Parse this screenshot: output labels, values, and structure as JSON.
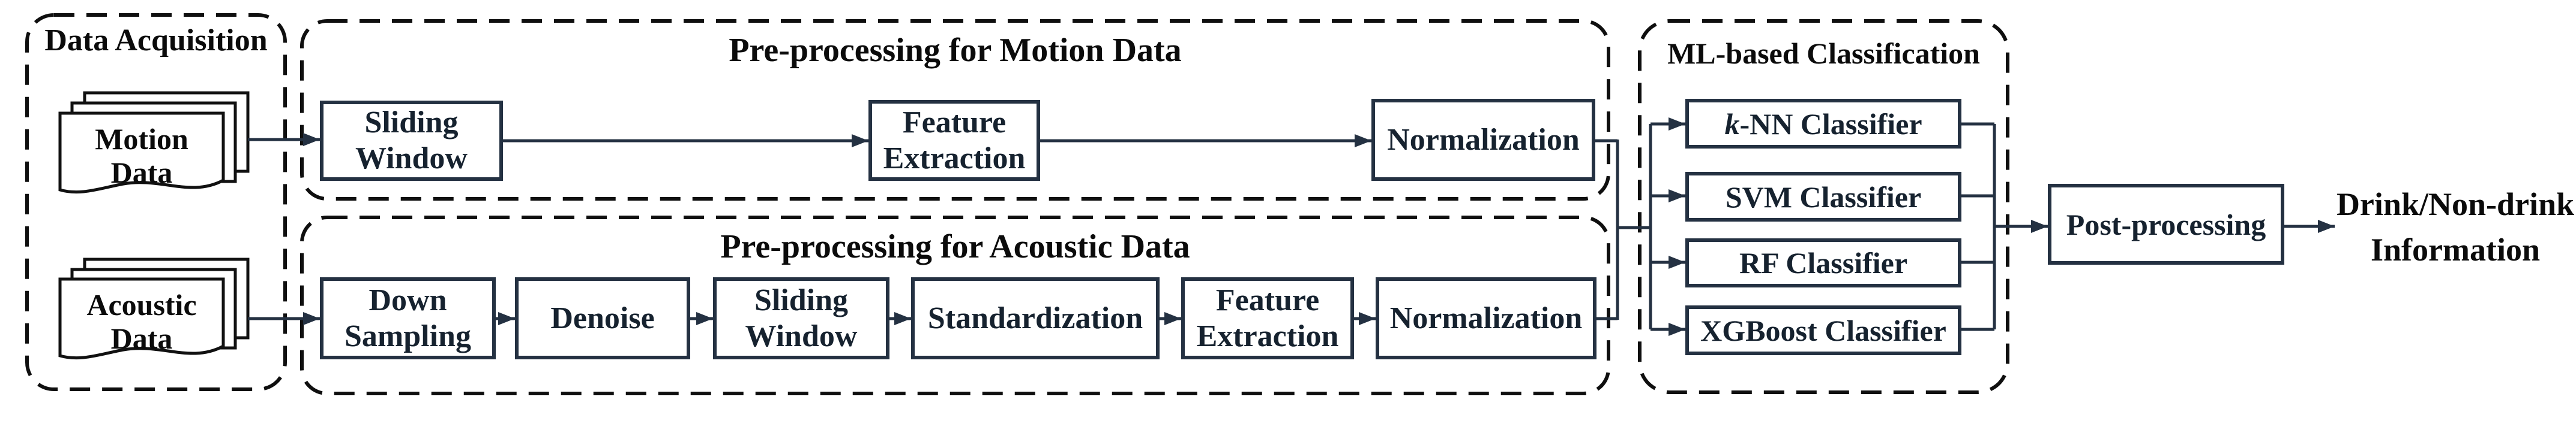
{
  "colors": {
    "background": "#ffffff",
    "ink": "#131f2c",
    "box_border": "#243142",
    "dash_border": "#0f0f0f",
    "title_text": "#0b0b0b"
  },
  "data_acquisition": {
    "title": "Data Acquisition",
    "sources": [
      {
        "label": "Motion Data",
        "line1": "Motion",
        "line2": "Data"
      },
      {
        "label": "Acoustic Data",
        "line1": "Acoustic",
        "line2": "Data"
      }
    ]
  },
  "motion_pipeline": {
    "title": "Pre-processing for Motion Data",
    "steps": [
      "Sliding Window",
      "Feature Extraction",
      "Normalization"
    ]
  },
  "acoustic_pipeline": {
    "title": "Pre-processing for Acoustic Data",
    "steps": [
      "Down Sampling",
      "Denoise",
      "Sliding Window",
      "Standardization",
      "Feature Extraction",
      "Normalization"
    ]
  },
  "classification": {
    "title": "ML-based Classification",
    "classifiers": [
      {
        "italic": "k",
        "text": "-NN Classifier"
      },
      {
        "italic": "",
        "text": "SVM Classifier"
      },
      {
        "italic": "",
        "text": "RF Classifier"
      },
      {
        "italic": "",
        "text": "XGBoost Classifier"
      }
    ]
  },
  "post_processing": {
    "label": "Post-processing"
  },
  "output": {
    "line1": "Drink/Non-drink",
    "line2": "Information"
  }
}
